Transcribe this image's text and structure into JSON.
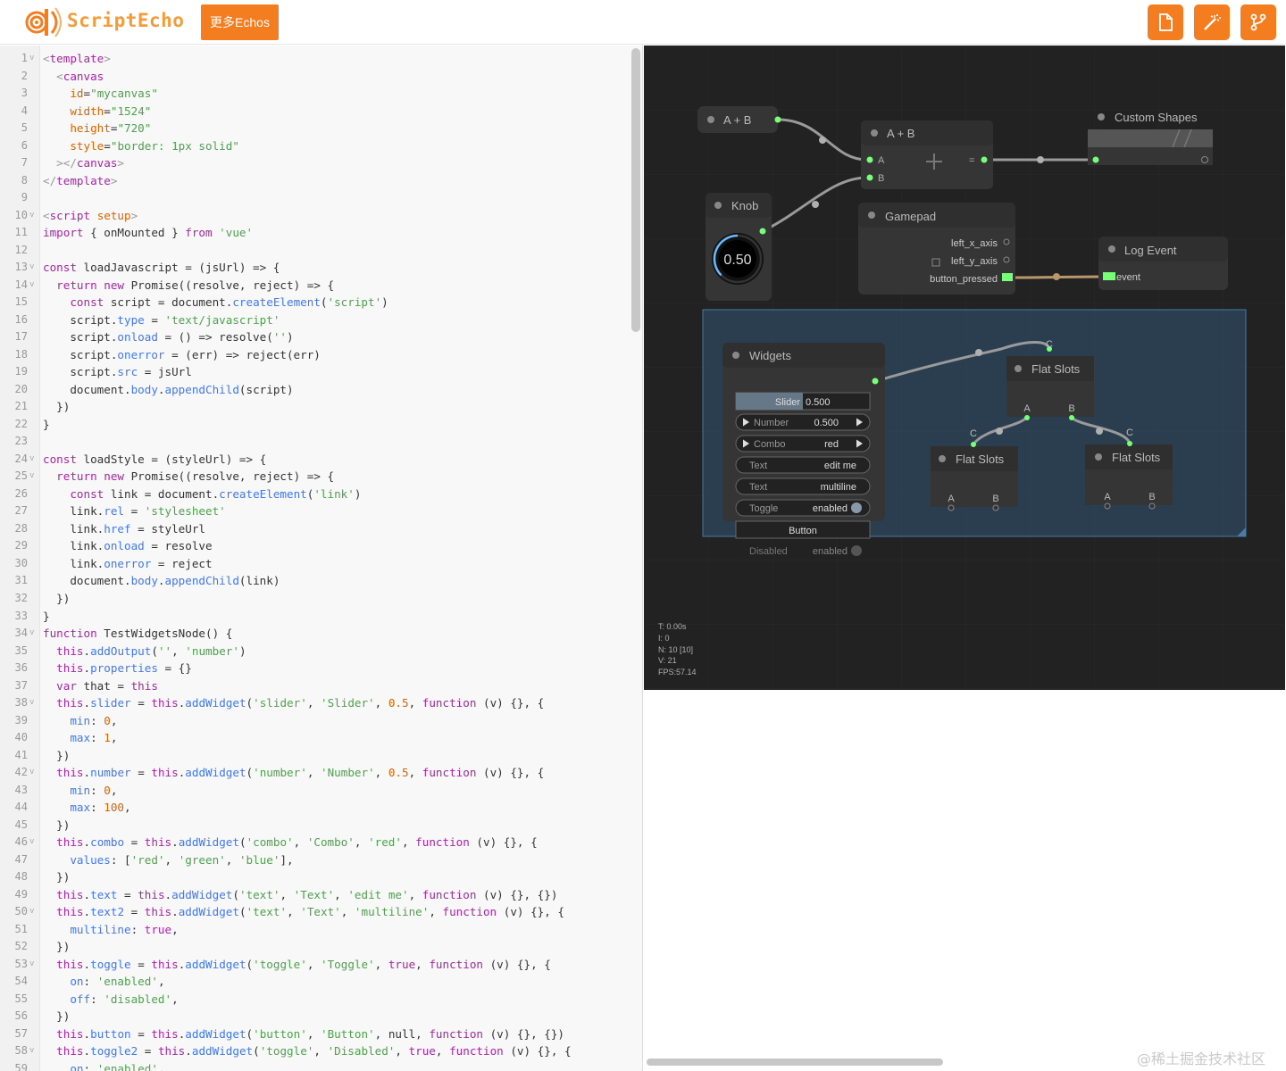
{
  "header": {
    "logo_text": "ScriptEcho",
    "more_button_label": "更多Echos",
    "tool_icons": [
      "file-icon",
      "magic-wand-icon",
      "branch-icon"
    ]
  },
  "colors": {
    "accent": "#f47d20",
    "canvas_bg": "#222222",
    "group_bg": "#335577",
    "slot_green": "#7f7",
    "link_color": "#9a9a9a",
    "event_link": "#b8986a"
  },
  "code": [
    [
      [
        "pu",
        "<"
      ],
      [
        "tg",
        "template"
      ],
      [
        "pu",
        ">"
      ]
    ],
    [
      [
        "tx",
        "  "
      ],
      [
        "pu",
        "<"
      ],
      [
        "tg",
        "canvas"
      ]
    ],
    [
      [
        "tx",
        "    "
      ],
      [
        "at",
        "id"
      ],
      [
        "tx",
        "="
      ],
      [
        "st",
        "\"mycanvas\""
      ]
    ],
    [
      [
        "tx",
        "    "
      ],
      [
        "at",
        "width"
      ],
      [
        "tx",
        "="
      ],
      [
        "st",
        "\"1524\""
      ]
    ],
    [
      [
        "tx",
        "    "
      ],
      [
        "at",
        "height"
      ],
      [
        "tx",
        "="
      ],
      [
        "st",
        "\"720\""
      ]
    ],
    [
      [
        "tx",
        "    "
      ],
      [
        "at",
        "style"
      ],
      [
        "tx",
        "="
      ],
      [
        "st",
        "\"border: 1px solid\""
      ]
    ],
    [
      [
        "tx",
        "  "
      ],
      [
        "pu",
        "></"
      ],
      [
        "tg",
        "canvas"
      ],
      [
        "pu",
        ">"
      ]
    ],
    [
      [
        "pu",
        "</"
      ],
      [
        "tg",
        "template"
      ],
      [
        "pu",
        ">"
      ]
    ],
    [],
    [
      [
        "pu",
        "<"
      ],
      [
        "tg",
        "script"
      ],
      [
        "tx",
        " "
      ],
      [
        "at",
        "setup"
      ],
      [
        "pu",
        ">"
      ]
    ],
    [
      [
        "kw",
        "import"
      ],
      [
        "tx",
        " { onMounted } "
      ],
      [
        "kw",
        "from"
      ],
      [
        "tx",
        " "
      ],
      [
        "st",
        "'vue'"
      ]
    ],
    [],
    [
      [
        "kw",
        "const"
      ],
      [
        "tx",
        " loadJavascript = (jsUrl) => {"
      ]
    ],
    [
      [
        "tx",
        "  "
      ],
      [
        "kw",
        "return"
      ],
      [
        "tx",
        " "
      ],
      [
        "kw",
        "new"
      ],
      [
        "tx",
        " Promise((resolve, reject) => {"
      ]
    ],
    [
      [
        "tx",
        "    "
      ],
      [
        "kw",
        "const"
      ],
      [
        "tx",
        " script = document."
      ],
      [
        "pr",
        "createElement"
      ],
      [
        "tx",
        "("
      ],
      [
        "st",
        "'script'"
      ],
      [
        "tx",
        ")"
      ]
    ],
    [
      [
        "tx",
        "    script."
      ],
      [
        "pr",
        "type"
      ],
      [
        "tx",
        " = "
      ],
      [
        "st",
        "'text/javascript'"
      ]
    ],
    [
      [
        "tx",
        "    script."
      ],
      [
        "pr",
        "onload"
      ],
      [
        "tx",
        " = () => resolve("
      ],
      [
        "st",
        "''"
      ],
      [
        "tx",
        ")"
      ]
    ],
    [
      [
        "tx",
        "    script."
      ],
      [
        "pr",
        "onerror"
      ],
      [
        "tx",
        " = (err) => reject(err)"
      ]
    ],
    [
      [
        "tx",
        "    script."
      ],
      [
        "pr",
        "src"
      ],
      [
        "tx",
        " = jsUrl"
      ]
    ],
    [
      [
        "tx",
        "    document."
      ],
      [
        "pr",
        "body"
      ],
      [
        "tx",
        "."
      ],
      [
        "pr",
        "appendChild"
      ],
      [
        "tx",
        "(script)"
      ]
    ],
    [
      [
        "tx",
        "  })"
      ]
    ],
    [
      [
        "tx",
        "}"
      ]
    ],
    [],
    [
      [
        "kw",
        "const"
      ],
      [
        "tx",
        " loadStyle = (styleUrl) => {"
      ]
    ],
    [
      [
        "tx",
        "  "
      ],
      [
        "kw",
        "return"
      ],
      [
        "tx",
        " "
      ],
      [
        "kw",
        "new"
      ],
      [
        "tx",
        " Promise((resolve, reject) => {"
      ]
    ],
    [
      [
        "tx",
        "    "
      ],
      [
        "kw",
        "const"
      ],
      [
        "tx",
        " link = document."
      ],
      [
        "pr",
        "createElement"
      ],
      [
        "tx",
        "("
      ],
      [
        "st",
        "'link'"
      ],
      [
        "tx",
        ")"
      ]
    ],
    [
      [
        "tx",
        "    link."
      ],
      [
        "pr",
        "rel"
      ],
      [
        "tx",
        " = "
      ],
      [
        "st",
        "'stylesheet'"
      ]
    ],
    [
      [
        "tx",
        "    link."
      ],
      [
        "pr",
        "href"
      ],
      [
        "tx",
        " = styleUrl"
      ]
    ],
    [
      [
        "tx",
        "    link."
      ],
      [
        "pr",
        "onload"
      ],
      [
        "tx",
        " = resolve"
      ]
    ],
    [
      [
        "tx",
        "    link."
      ],
      [
        "pr",
        "onerror"
      ],
      [
        "tx",
        " = reject"
      ]
    ],
    [
      [
        "tx",
        "    document."
      ],
      [
        "pr",
        "body"
      ],
      [
        "tx",
        "."
      ],
      [
        "pr",
        "appendChild"
      ],
      [
        "tx",
        "(link)"
      ]
    ],
    [
      [
        "tx",
        "  })"
      ]
    ],
    [
      [
        "tx",
        "}"
      ]
    ],
    [
      [
        "kw",
        "function"
      ],
      [
        "tx",
        " TestWidgetsNode() {"
      ]
    ],
    [
      [
        "tx",
        "  "
      ],
      [
        "kw",
        "this"
      ],
      [
        "tx",
        "."
      ],
      [
        "pr",
        "addOutput"
      ],
      [
        "tx",
        "("
      ],
      [
        "st",
        "''"
      ],
      [
        "tx",
        ", "
      ],
      [
        "st",
        "'number'"
      ],
      [
        "tx",
        ")"
      ]
    ],
    [
      [
        "tx",
        "  "
      ],
      [
        "kw",
        "this"
      ],
      [
        "tx",
        "."
      ],
      [
        "pr",
        "properties"
      ],
      [
        "tx",
        " = {}"
      ]
    ],
    [
      [
        "tx",
        "  "
      ],
      [
        "kw",
        "var"
      ],
      [
        "tx",
        " that = "
      ],
      [
        "kw",
        "this"
      ]
    ],
    [
      [
        "tx",
        "  "
      ],
      [
        "kw",
        "this"
      ],
      [
        "tx",
        "."
      ],
      [
        "pr",
        "slider"
      ],
      [
        "tx",
        " = "
      ],
      [
        "kw",
        "this"
      ],
      [
        "tx",
        "."
      ],
      [
        "pr",
        "addWidget"
      ],
      [
        "tx",
        "("
      ],
      [
        "st",
        "'slider'"
      ],
      [
        "tx",
        ", "
      ],
      [
        "st",
        "'Slider'"
      ],
      [
        "tx",
        ", "
      ],
      [
        "nm",
        "0.5"
      ],
      [
        "tx",
        ", "
      ],
      [
        "kw",
        "function"
      ],
      [
        "tx",
        " (v) {}, {"
      ]
    ],
    [
      [
        "tx",
        "    "
      ],
      [
        "pr",
        "min"
      ],
      [
        "tx",
        ": "
      ],
      [
        "nm",
        "0"
      ],
      [
        "tx",
        ","
      ]
    ],
    [
      [
        "tx",
        "    "
      ],
      [
        "pr",
        "max"
      ],
      [
        "tx",
        ": "
      ],
      [
        "nm",
        "1"
      ],
      [
        "tx",
        ","
      ]
    ],
    [
      [
        "tx",
        "  })"
      ]
    ],
    [
      [
        "tx",
        "  "
      ],
      [
        "kw",
        "this"
      ],
      [
        "tx",
        "."
      ],
      [
        "pr",
        "number"
      ],
      [
        "tx",
        " = "
      ],
      [
        "kw",
        "this"
      ],
      [
        "tx",
        "."
      ],
      [
        "pr",
        "addWidget"
      ],
      [
        "tx",
        "("
      ],
      [
        "st",
        "'number'"
      ],
      [
        "tx",
        ", "
      ],
      [
        "st",
        "'Number'"
      ],
      [
        "tx",
        ", "
      ],
      [
        "nm",
        "0.5"
      ],
      [
        "tx",
        ", "
      ],
      [
        "kw",
        "function"
      ],
      [
        "tx",
        " (v) {}, {"
      ]
    ],
    [
      [
        "tx",
        "    "
      ],
      [
        "pr",
        "min"
      ],
      [
        "tx",
        ": "
      ],
      [
        "nm",
        "0"
      ],
      [
        "tx",
        ","
      ]
    ],
    [
      [
        "tx",
        "    "
      ],
      [
        "pr",
        "max"
      ],
      [
        "tx",
        ": "
      ],
      [
        "nm",
        "100"
      ],
      [
        "tx",
        ","
      ]
    ],
    [
      [
        "tx",
        "  })"
      ]
    ],
    [
      [
        "tx",
        "  "
      ],
      [
        "kw",
        "this"
      ],
      [
        "tx",
        "."
      ],
      [
        "pr",
        "combo"
      ],
      [
        "tx",
        " = "
      ],
      [
        "kw",
        "this"
      ],
      [
        "tx",
        "."
      ],
      [
        "pr",
        "addWidget"
      ],
      [
        "tx",
        "("
      ],
      [
        "st",
        "'combo'"
      ],
      [
        "tx",
        ", "
      ],
      [
        "st",
        "'Combo'"
      ],
      [
        "tx",
        ", "
      ],
      [
        "st",
        "'red'"
      ],
      [
        "tx",
        ", "
      ],
      [
        "kw",
        "function"
      ],
      [
        "tx",
        " (v) {}, {"
      ]
    ],
    [
      [
        "tx",
        "    "
      ],
      [
        "pr",
        "values"
      ],
      [
        "tx",
        ": ["
      ],
      [
        "st",
        "'red'"
      ],
      [
        "tx",
        ", "
      ],
      [
        "st",
        "'green'"
      ],
      [
        "tx",
        ", "
      ],
      [
        "st",
        "'blue'"
      ],
      [
        "tx",
        "],"
      ]
    ],
    [
      [
        "tx",
        "  })"
      ]
    ],
    [
      [
        "tx",
        "  "
      ],
      [
        "kw",
        "this"
      ],
      [
        "tx",
        "."
      ],
      [
        "pr",
        "text"
      ],
      [
        "tx",
        " = "
      ],
      [
        "kw",
        "this"
      ],
      [
        "tx",
        "."
      ],
      [
        "pr",
        "addWidget"
      ],
      [
        "tx",
        "("
      ],
      [
        "st",
        "'text'"
      ],
      [
        "tx",
        ", "
      ],
      [
        "st",
        "'Text'"
      ],
      [
        "tx",
        ", "
      ],
      [
        "st",
        "'edit me'"
      ],
      [
        "tx",
        ", "
      ],
      [
        "kw",
        "function"
      ],
      [
        "tx",
        " (v) {}, {})"
      ]
    ],
    [
      [
        "tx",
        "  "
      ],
      [
        "kw",
        "this"
      ],
      [
        "tx",
        "."
      ],
      [
        "pr",
        "text2"
      ],
      [
        "tx",
        " = "
      ],
      [
        "kw",
        "this"
      ],
      [
        "tx",
        "."
      ],
      [
        "pr",
        "addWidget"
      ],
      [
        "tx",
        "("
      ],
      [
        "st",
        "'text'"
      ],
      [
        "tx",
        ", "
      ],
      [
        "st",
        "'Text'"
      ],
      [
        "tx",
        ", "
      ],
      [
        "st",
        "'multiline'"
      ],
      [
        "tx",
        ", "
      ],
      [
        "kw",
        "function"
      ],
      [
        "tx",
        " (v) {}, {"
      ]
    ],
    [
      [
        "tx",
        "    "
      ],
      [
        "pr",
        "multiline"
      ],
      [
        "tx",
        ": "
      ],
      [
        "kw",
        "true"
      ],
      [
        "tx",
        ","
      ]
    ],
    [
      [
        "tx",
        "  })"
      ]
    ],
    [
      [
        "tx",
        "  "
      ],
      [
        "kw",
        "this"
      ],
      [
        "tx",
        "."
      ],
      [
        "pr",
        "toggle"
      ],
      [
        "tx",
        " = "
      ],
      [
        "kw",
        "this"
      ],
      [
        "tx",
        "."
      ],
      [
        "pr",
        "addWidget"
      ],
      [
        "tx",
        "("
      ],
      [
        "st",
        "'toggle'"
      ],
      [
        "tx",
        ", "
      ],
      [
        "st",
        "'Toggle'"
      ],
      [
        "tx",
        ", "
      ],
      [
        "kw",
        "true"
      ],
      [
        "tx",
        ", "
      ],
      [
        "kw",
        "function"
      ],
      [
        "tx",
        " (v) {}, {"
      ]
    ],
    [
      [
        "tx",
        "    "
      ],
      [
        "pr",
        "on"
      ],
      [
        "tx",
        ": "
      ],
      [
        "st",
        "'enabled'"
      ],
      [
        "tx",
        ","
      ]
    ],
    [
      [
        "tx",
        "    "
      ],
      [
        "pr",
        "off"
      ],
      [
        "tx",
        ": "
      ],
      [
        "st",
        "'disabled'"
      ],
      [
        "tx",
        ","
      ]
    ],
    [
      [
        "tx",
        "  })"
      ]
    ],
    [
      [
        "tx",
        "  "
      ],
      [
        "kw",
        "this"
      ],
      [
        "tx",
        "."
      ],
      [
        "pr",
        "button"
      ],
      [
        "tx",
        " = "
      ],
      [
        "kw",
        "this"
      ],
      [
        "tx",
        "."
      ],
      [
        "pr",
        "addWidget"
      ],
      [
        "tx",
        "("
      ],
      [
        "st",
        "'button'"
      ],
      [
        "tx",
        ", "
      ],
      [
        "st",
        "'Button'"
      ],
      [
        "tx",
        ", null, "
      ],
      [
        "kw",
        "function"
      ],
      [
        "tx",
        " (v) {}, {})"
      ]
    ],
    [
      [
        "tx",
        "  "
      ],
      [
        "kw",
        "this"
      ],
      [
        "tx",
        "."
      ],
      [
        "pr",
        "toggle2"
      ],
      [
        "tx",
        " = "
      ],
      [
        "kw",
        "this"
      ],
      [
        "tx",
        "."
      ],
      [
        "pr",
        "addWidget"
      ],
      [
        "tx",
        "("
      ],
      [
        "st",
        "'toggle'"
      ],
      [
        "tx",
        ", "
      ],
      [
        "st",
        "'Disabled'"
      ],
      [
        "tx",
        ", "
      ],
      [
        "kw",
        "true"
      ],
      [
        "tx",
        ", "
      ],
      [
        "kw",
        "function"
      ],
      [
        "tx",
        " (v) {}, {"
      ]
    ],
    [
      [
        "tx",
        "    "
      ],
      [
        "pr",
        "on"
      ],
      [
        "tx",
        ": "
      ],
      [
        "st",
        "'enabled'"
      ],
      [
        "tx",
        ","
      ]
    ]
  ],
  "fold_lines": [
    1,
    10,
    13,
    14,
    24,
    25,
    34,
    38,
    42,
    46,
    50,
    53,
    58
  ],
  "graph": {
    "add_node_collapsed": {
      "title": "A + B"
    },
    "add_node": {
      "title": "A + B",
      "in_a": "A",
      "in_b": "B",
      "out": "="
    },
    "custom_shapes": {
      "title": "Custom Shapes"
    },
    "knob": {
      "title": "Knob",
      "value": "0.50",
      "level": 0.5
    },
    "gamepad": {
      "title": "Gamepad",
      "outputs": [
        "left_x_axis",
        "left_y_axis",
        "button_pressed"
      ]
    },
    "log_event": {
      "title": "Log Event",
      "input": "event"
    },
    "widgets": {
      "title": "Widgets",
      "slider_label": "Slider",
      "slider_value": "0.500",
      "slider_level": 0.5,
      "number_label": "Number",
      "number_value": "0.500",
      "combo_label": "Combo",
      "combo_value": "red",
      "text_label": "Text",
      "text_value": "edit me",
      "text2_label": "Text",
      "text2_value": "multiline",
      "toggle_label": "Toggle",
      "toggle_value": "enabled",
      "button_label": "Button",
      "disabled_label": "Disabled",
      "disabled_value": "enabled"
    },
    "flat_slots": {
      "title": "Flat Slots",
      "in_c": "C",
      "out_a": "A",
      "out_b": "B"
    },
    "stats": [
      "T: 0.00s",
      "I: 0",
      "N: 10 [10]",
      "V: 21",
      "FPS:57.14"
    ]
  },
  "watermark": "@稀土掘金技术社区"
}
